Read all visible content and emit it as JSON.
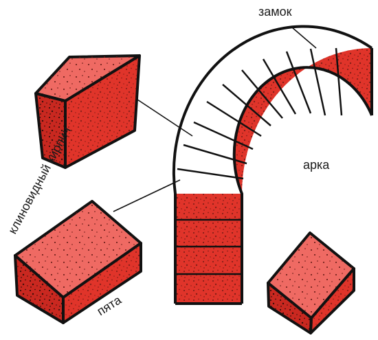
{
  "labels": {
    "keystone": "замок",
    "arch": "арка",
    "wedge_brick": "клиновидный кирпич",
    "springer": "пята"
  },
  "colors": {
    "brick_front": "#e0342a",
    "brick_top": "#ef6a63",
    "brick_side": "#c92820",
    "outline": "#111111",
    "speckle": "#3a0d0a"
  }
}
